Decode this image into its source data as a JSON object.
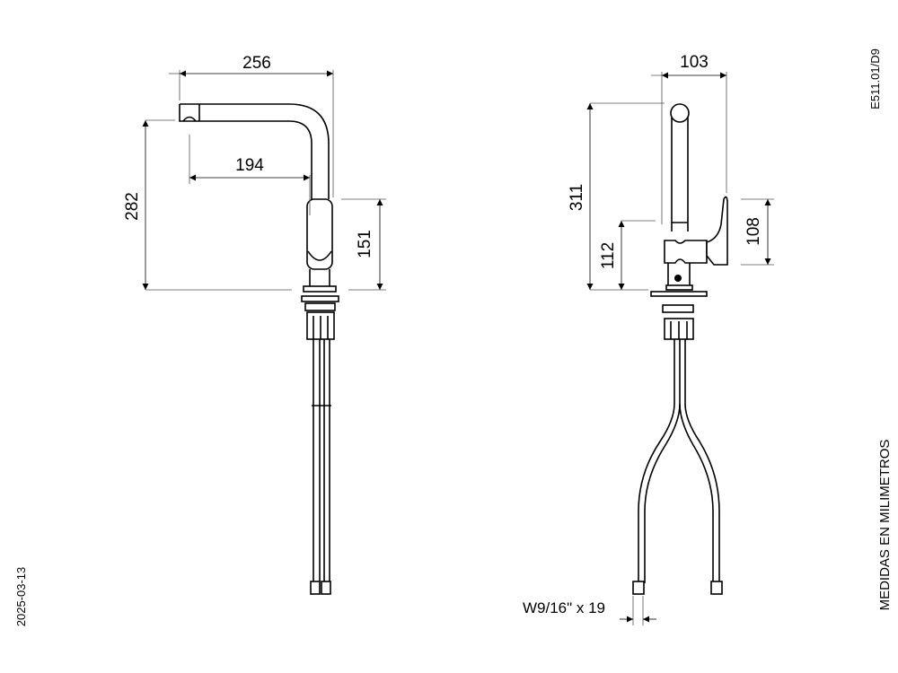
{
  "drawing": {
    "code": "E511.01/D9",
    "units_note": "MEDIDAS EN MILIMETROS",
    "date": "2025-03-13"
  },
  "front_view": {
    "dimensions": {
      "spout_reach_total": "256",
      "spout_reach_center": "194",
      "spout_height": "282",
      "body_height": "151"
    }
  },
  "side_view": {
    "dimensions": {
      "depth": "103",
      "total_height": "311",
      "lever_height": "112",
      "handle_height": "108"
    },
    "connection_label": "W9/16\" x 19"
  }
}
